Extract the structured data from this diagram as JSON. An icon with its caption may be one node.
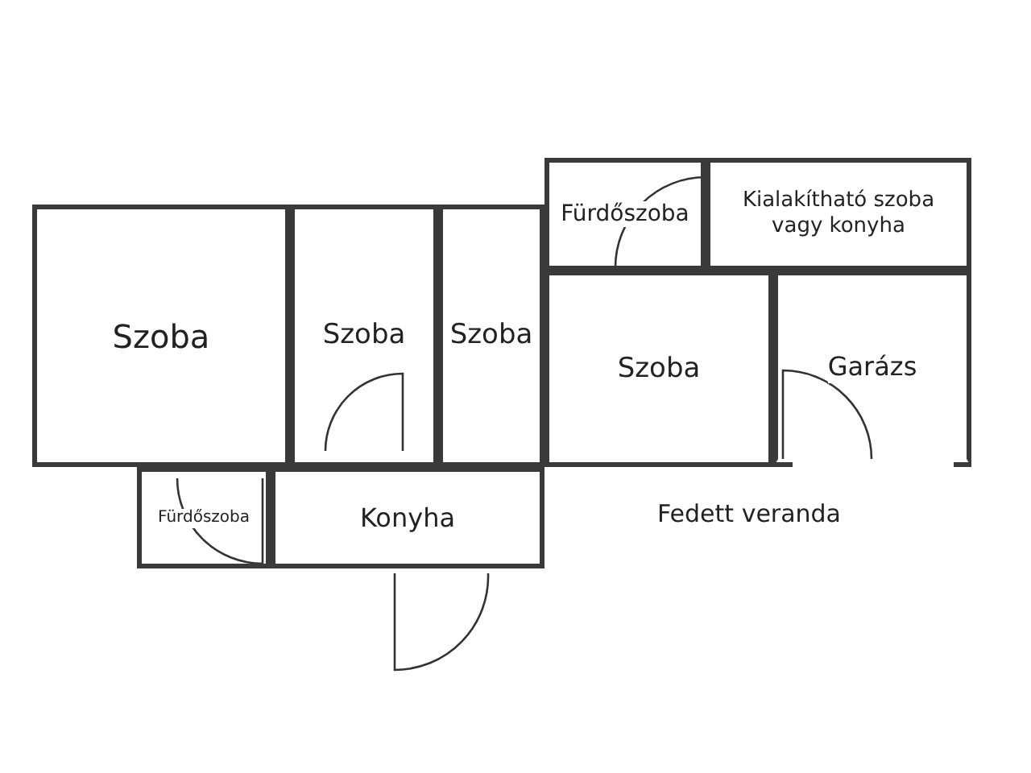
{
  "diagram": {
    "nodes": [
      {
        "text": [
          "Szoba"
        ]
      },
      {
        "text": [
          "Szoba"
        ]
      },
      {
        "text": [
          "Szoba"
        ]
      },
      {
        "text": [
          "Fürdőszoba"
        ]
      },
      {
        "text": [
          "Konyha"
        ]
      },
      {
        "text": [
          "Fürdőszoba"
        ]
      },
      {
        "text": [
          "Kialakítható szoba vagy konyha"
        ]
      },
      {
        "text": [
          "Szoba"
        ]
      },
      {
        "text": [
          "Garázs"
        ]
      }
    ],
    "labels": [
      "Fedett veranda"
    ]
  }
}
